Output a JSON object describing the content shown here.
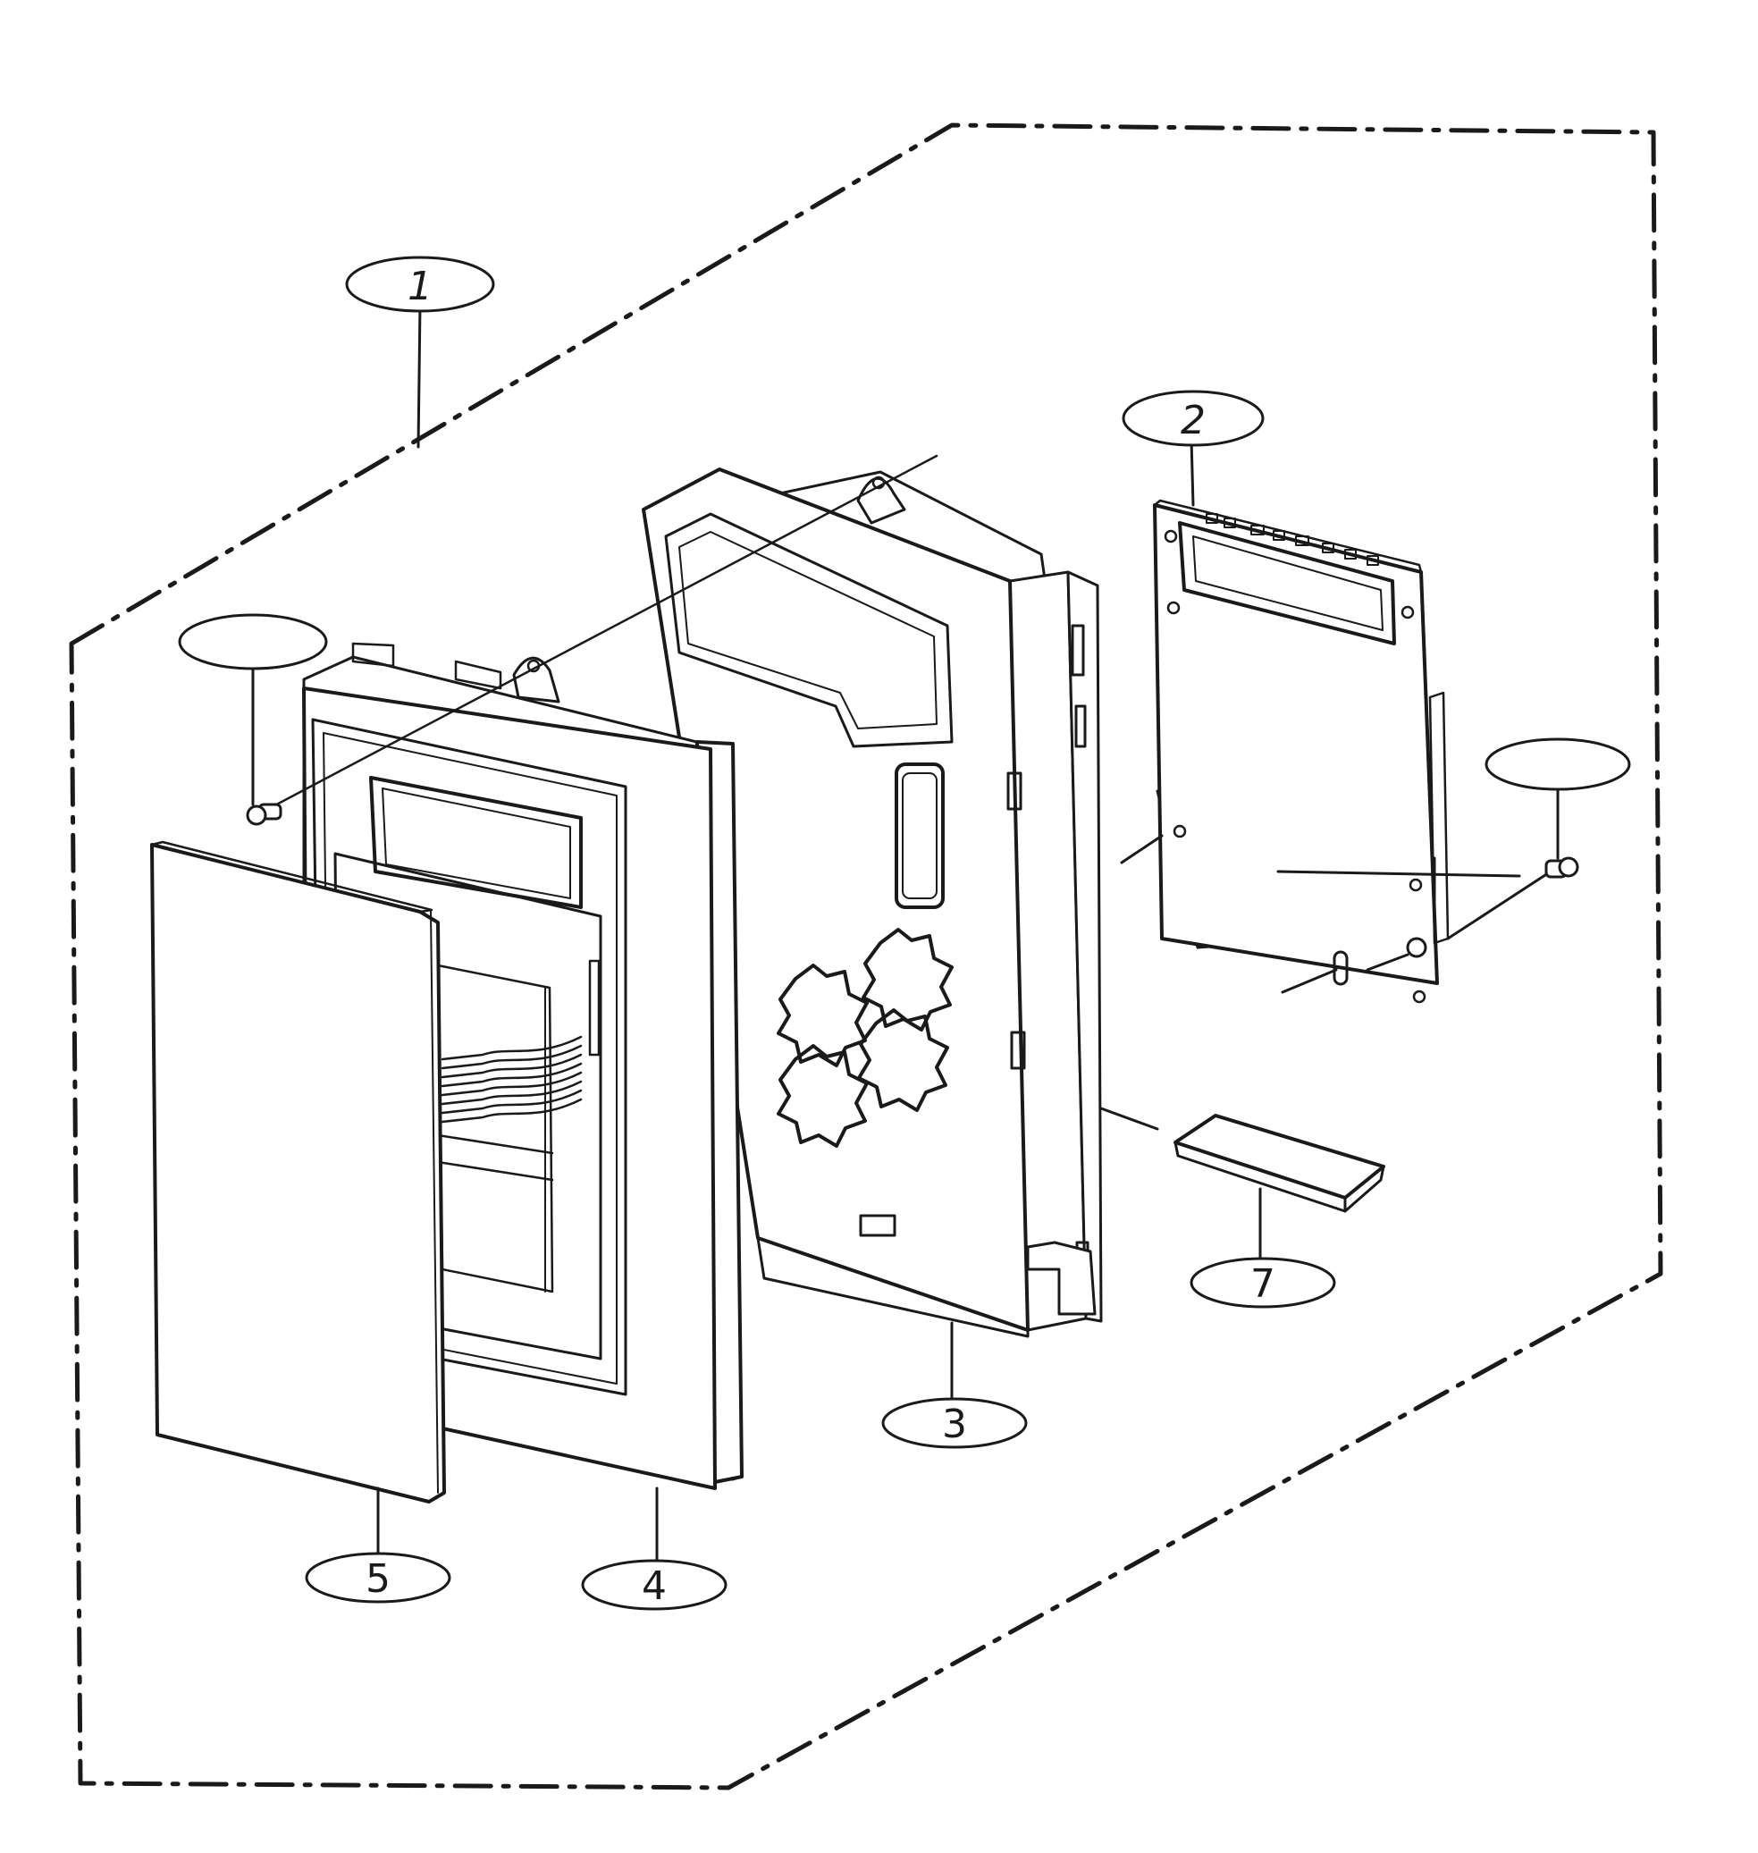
{
  "diagram": {
    "type": "exploded-parts-view",
    "callouts": [
      {
        "id": "callout-1",
        "label": "1"
      },
      {
        "id": "callout-2",
        "label": "2"
      },
      {
        "id": "callout-3",
        "label": "3"
      },
      {
        "id": "callout-4",
        "label": "4"
      },
      {
        "id": "callout-5",
        "label": "5"
      },
      {
        "id": "callout-6a",
        "label": ""
      },
      {
        "id": "callout-6b",
        "label": ""
      },
      {
        "id": "callout-7",
        "label": "7"
      }
    ]
  }
}
